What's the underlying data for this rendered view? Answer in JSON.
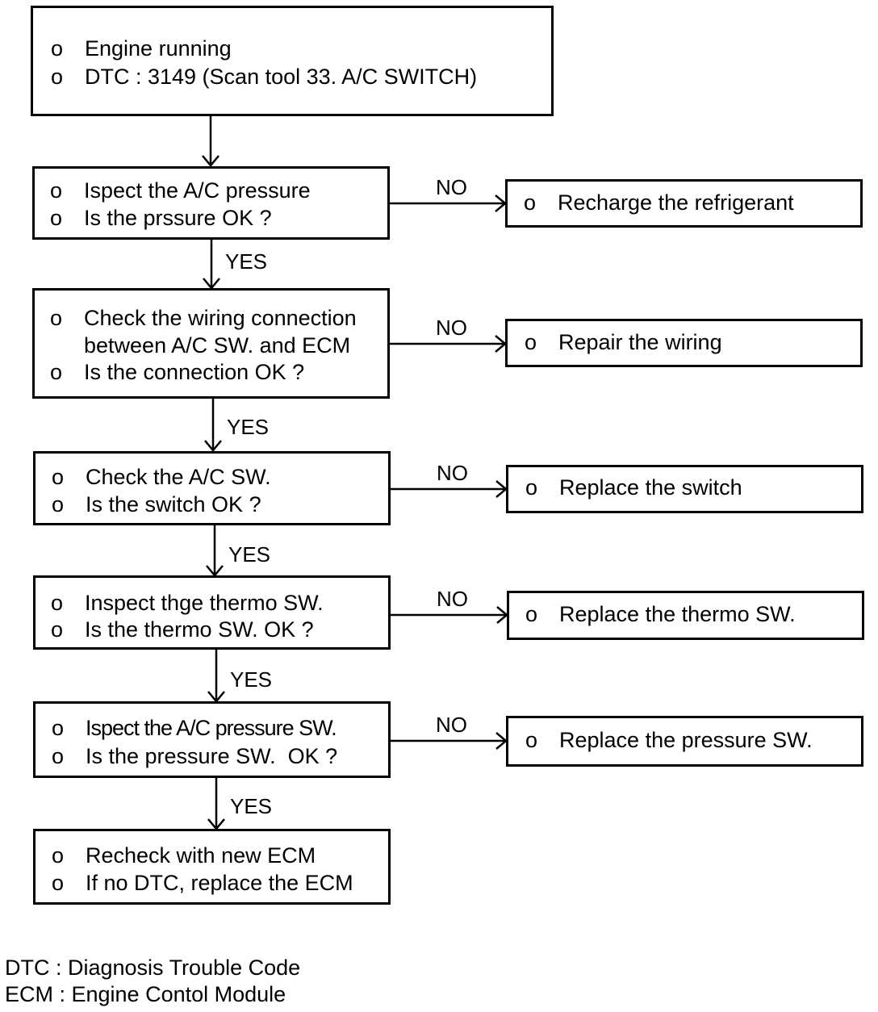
{
  "flowchart": {
    "bullet": "o",
    "start": {
      "lines": [
        "Engine running",
        "DTC : 3149 (Scan tool 33. A/C SWITCH)"
      ]
    },
    "steps": [
      {
        "lines": [
          "Ispect the A/C pressure",
          "Is the prssure OK ?"
        ],
        "no_label": "NO",
        "no_action": "Recharge the refrigerant",
        "yes_label": "YES"
      },
      {
        "lines": [
          "Check the wiring connection",
          "between A/C SW. and ECM",
          "Is the connection OK ?"
        ],
        "no_label": "NO",
        "no_action": "Repair the wiring",
        "yes_label": "YES"
      },
      {
        "lines": [
          "Check the A/C SW.",
          "Is the switch OK ?"
        ],
        "no_label": "NO",
        "no_action": "Replace the switch",
        "yes_label": "YES"
      },
      {
        "lines": [
          "Inspect thge thermo SW.",
          "Is the thermo SW. OK ?"
        ],
        "no_label": "NO",
        "no_action": "Replace the thermo SW.",
        "yes_label": "YES"
      },
      {
        "lines": [
          "Ispect the A/C pressure SW.",
          "Is the pressure SW.  OK ?"
        ],
        "no_label": "NO",
        "no_action": "Replace the pressure SW.",
        "yes_label": "YES"
      }
    ],
    "final": {
      "lines": [
        "Recheck with new ECM",
        "If no DTC, replace the ECM"
      ]
    }
  },
  "legend": [
    "DTC : Diagnosis Trouble Code",
    "ECM : Engine Contol Module"
  ]
}
